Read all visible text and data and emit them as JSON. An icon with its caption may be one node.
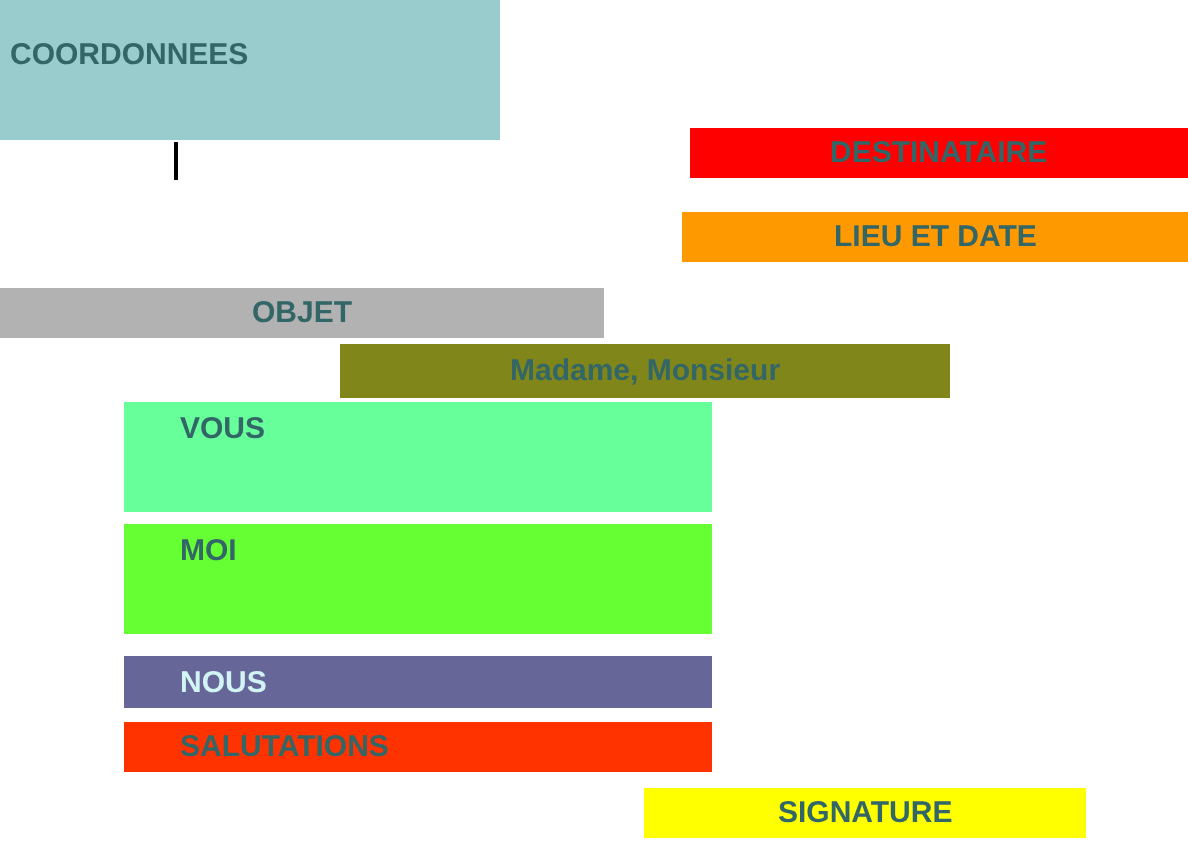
{
  "diagram": {
    "nodes": [
      {
        "text": [
          "COORDONNEES"
        ]
      },
      {
        "text": [
          "DESTINATAIRE"
        ]
      },
      {
        "text": [
          "LIEU ET DATE"
        ]
      },
      {
        "text": [
          "OBJET"
        ]
      },
      {
        "text": [
          "Madame, Monsieur"
        ]
      },
      {
        "text": [
          "VOUS"
        ]
      },
      {
        "text": [
          "MOI"
        ]
      },
      {
        "text": [
          "NOUS"
        ]
      },
      {
        "text": [
          "SALUTATIONS"
        ]
      },
      {
        "text": [
          "SIGNATURE"
        ]
      }
    ]
  }
}
